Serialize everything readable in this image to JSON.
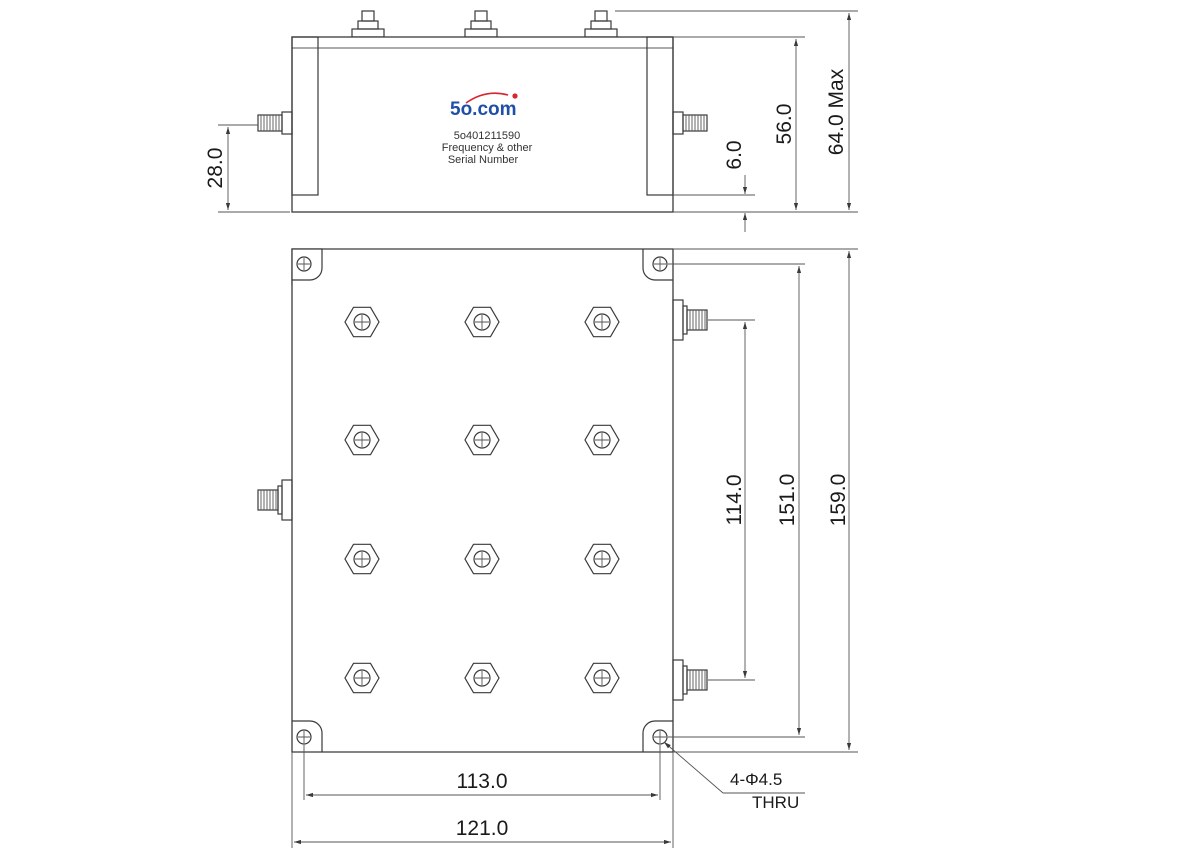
{
  "label": {
    "logo": "5o.com",
    "part_number": "5o401211590",
    "line2": "Frequency & other",
    "line3": "Serial Number"
  },
  "dimensions": {
    "connector_height": "28.0",
    "base_offset": "6.0",
    "body_height": "56.0",
    "overall_height": "64.0 Max",
    "connector_spacing": "114.0",
    "hole_spacing_y": "151.0",
    "length": "159.0",
    "hole_spacing_x": "113.0",
    "width": "121.0"
  },
  "callout": {
    "holes": "4-Φ4.5",
    "thru": "THRU"
  },
  "colors": {
    "line": "#3a3a3a",
    "logo_blue": "#1f4fa8",
    "logo_red": "#d8262f"
  }
}
